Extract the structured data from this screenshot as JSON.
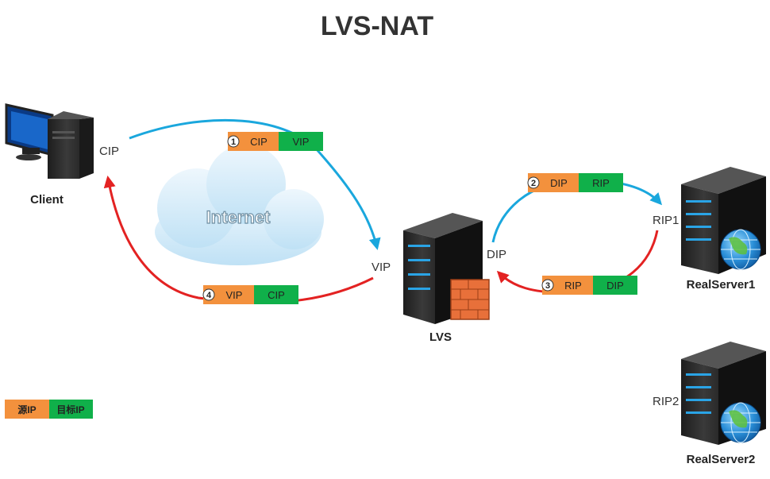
{
  "title": "LVS-NAT",
  "nodes": {
    "client": "Client",
    "lvs": "LVS",
    "rs1": "RealServer1",
    "rs2": "RealServer2",
    "cloud": "Internet"
  },
  "interface_labels": {
    "cip": "CIP",
    "vip": "VIP",
    "dip": "DIP",
    "rip1": "RIP1",
    "rip2": "RIP2"
  },
  "packets": [
    {
      "step": "1",
      "src": "CIP",
      "dst": "VIP"
    },
    {
      "step": "2",
      "src": "DIP",
      "dst": "RIP"
    },
    {
      "step": "3",
      "src": "RIP",
      "dst": "DIP"
    },
    {
      "step": "4",
      "src": "VIP",
      "dst": "CIP"
    }
  ],
  "legend": {
    "src": "源IP",
    "dst": "目标IP"
  },
  "colors": {
    "request_arrow": "#1aa7dd",
    "response_arrow": "#e32222",
    "source_cell": "#f3913d",
    "dest_cell": "#10b04a"
  }
}
